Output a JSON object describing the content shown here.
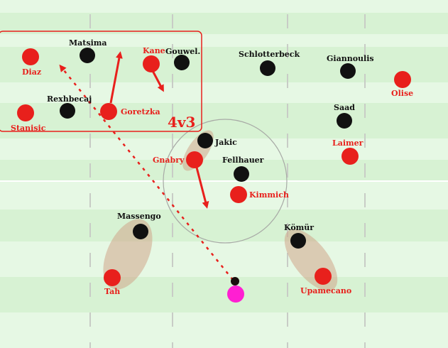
{
  "colors": {
    "stripe_light": "#eafaea",
    "stripe_dark": "#d7f2d3",
    "line": "#c9cfc7",
    "red": "#e8201c",
    "black": "#111111",
    "ball": "#ff1fd2",
    "highlight": "#cfa58a"
  },
  "annotation": {
    "label": "4v3"
  },
  "black_players": [
    {
      "id": "matsima",
      "name": "Matsima"
    },
    {
      "id": "gouwel",
      "name": "Gouwel."
    },
    {
      "id": "schlotterbeck",
      "name": "Schlotterbeck"
    },
    {
      "id": "giannoulis",
      "name": "Giannoulis"
    },
    {
      "id": "rexhbecaj",
      "name": "Rexhbecaj"
    },
    {
      "id": "saad",
      "name": "Saad"
    },
    {
      "id": "jakic",
      "name": "Jakic"
    },
    {
      "id": "fellhauer",
      "name": "Fellhauer"
    },
    {
      "id": "massengo",
      "name": "Massengo"
    },
    {
      "id": "komur",
      "name": "Kömür"
    }
  ],
  "red_players": [
    {
      "id": "diaz",
      "name": "Diaz"
    },
    {
      "id": "kane",
      "name": "Kane"
    },
    {
      "id": "olise",
      "name": "Olise"
    },
    {
      "id": "stanisic",
      "name": "Stanisic"
    },
    {
      "id": "goretzka",
      "name": "Goretzka"
    },
    {
      "id": "laimer",
      "name": "Laimer"
    },
    {
      "id": "gnabry",
      "name": "Gnabry"
    },
    {
      "id": "kimmich",
      "name": "Kimmich"
    },
    {
      "id": "tah",
      "name": "Tah"
    },
    {
      "id": "upamecano",
      "name": "Upamecano"
    }
  ]
}
